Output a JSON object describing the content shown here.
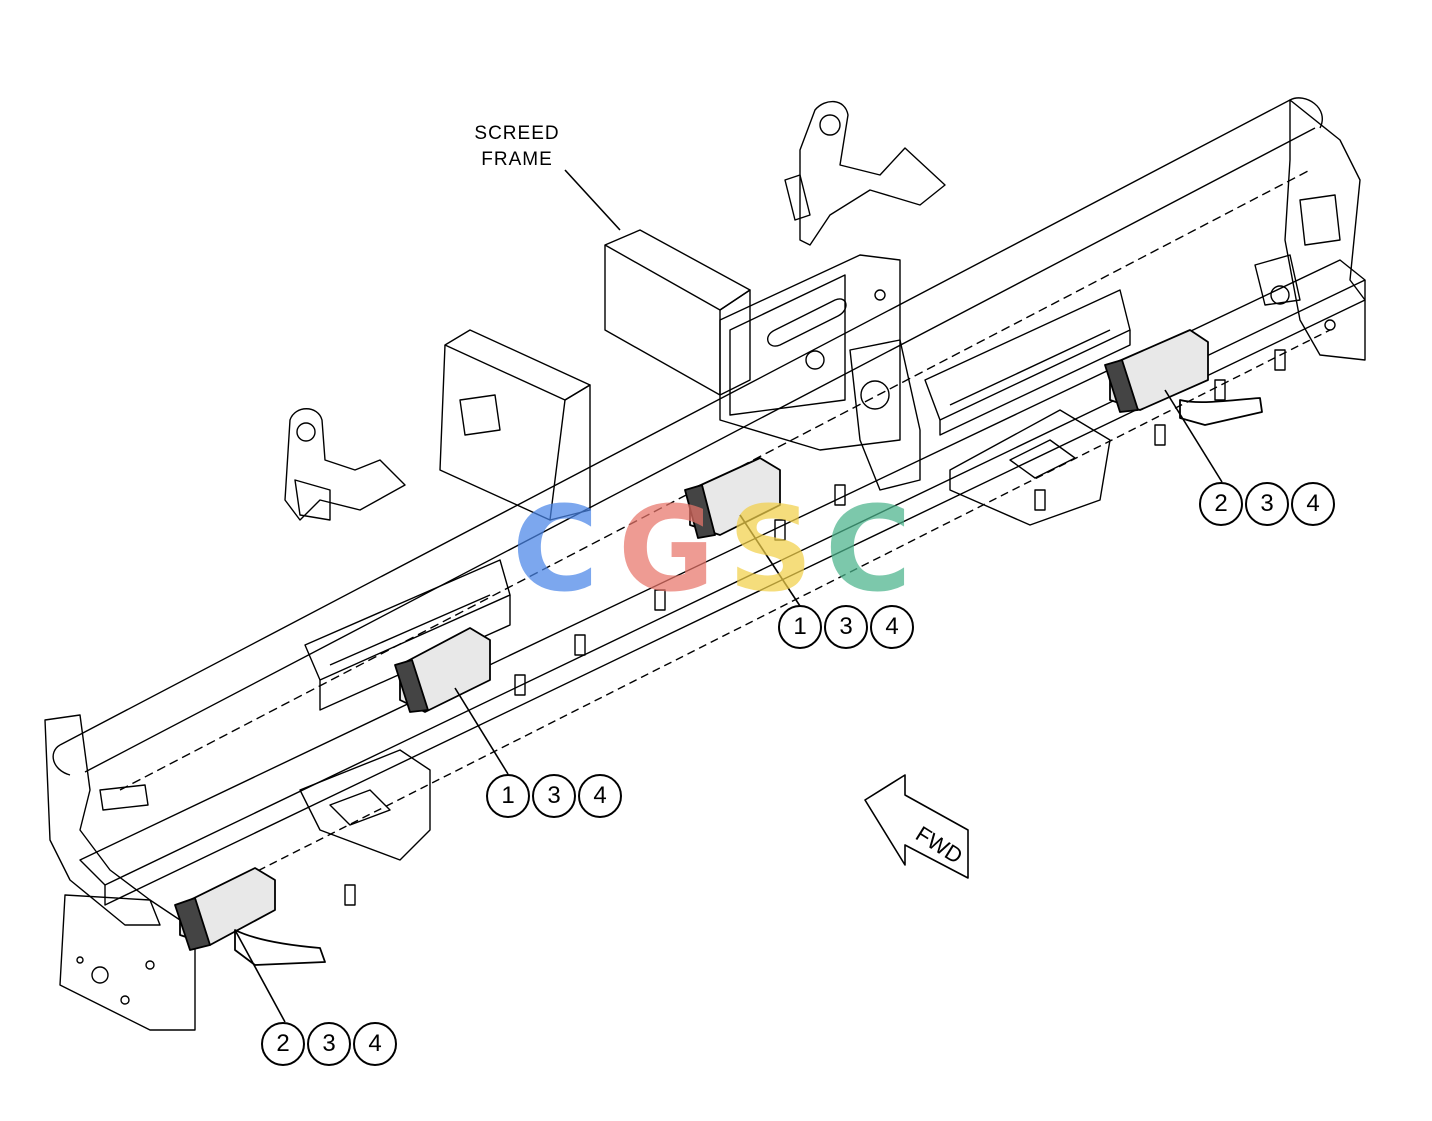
{
  "diagram": {
    "frame_label_line1": "SCREED",
    "frame_label_line2": "FRAME",
    "fwd_label": "FWD"
  },
  "callouts": [
    {
      "items": [
        "2",
        "3",
        "4"
      ]
    },
    {
      "items": [
        "1",
        "3",
        "4"
      ]
    },
    {
      "items": [
        "1",
        "3",
        "4"
      ]
    },
    {
      "items": [
        "2",
        "3",
        "4"
      ]
    }
  ],
  "watermark": {
    "letters": [
      "C",
      "G",
      "S",
      "C"
    ],
    "colors": [
      "#4a86e8",
      "#e8756a",
      "#f2d04a",
      "#4bb48c"
    ]
  }
}
